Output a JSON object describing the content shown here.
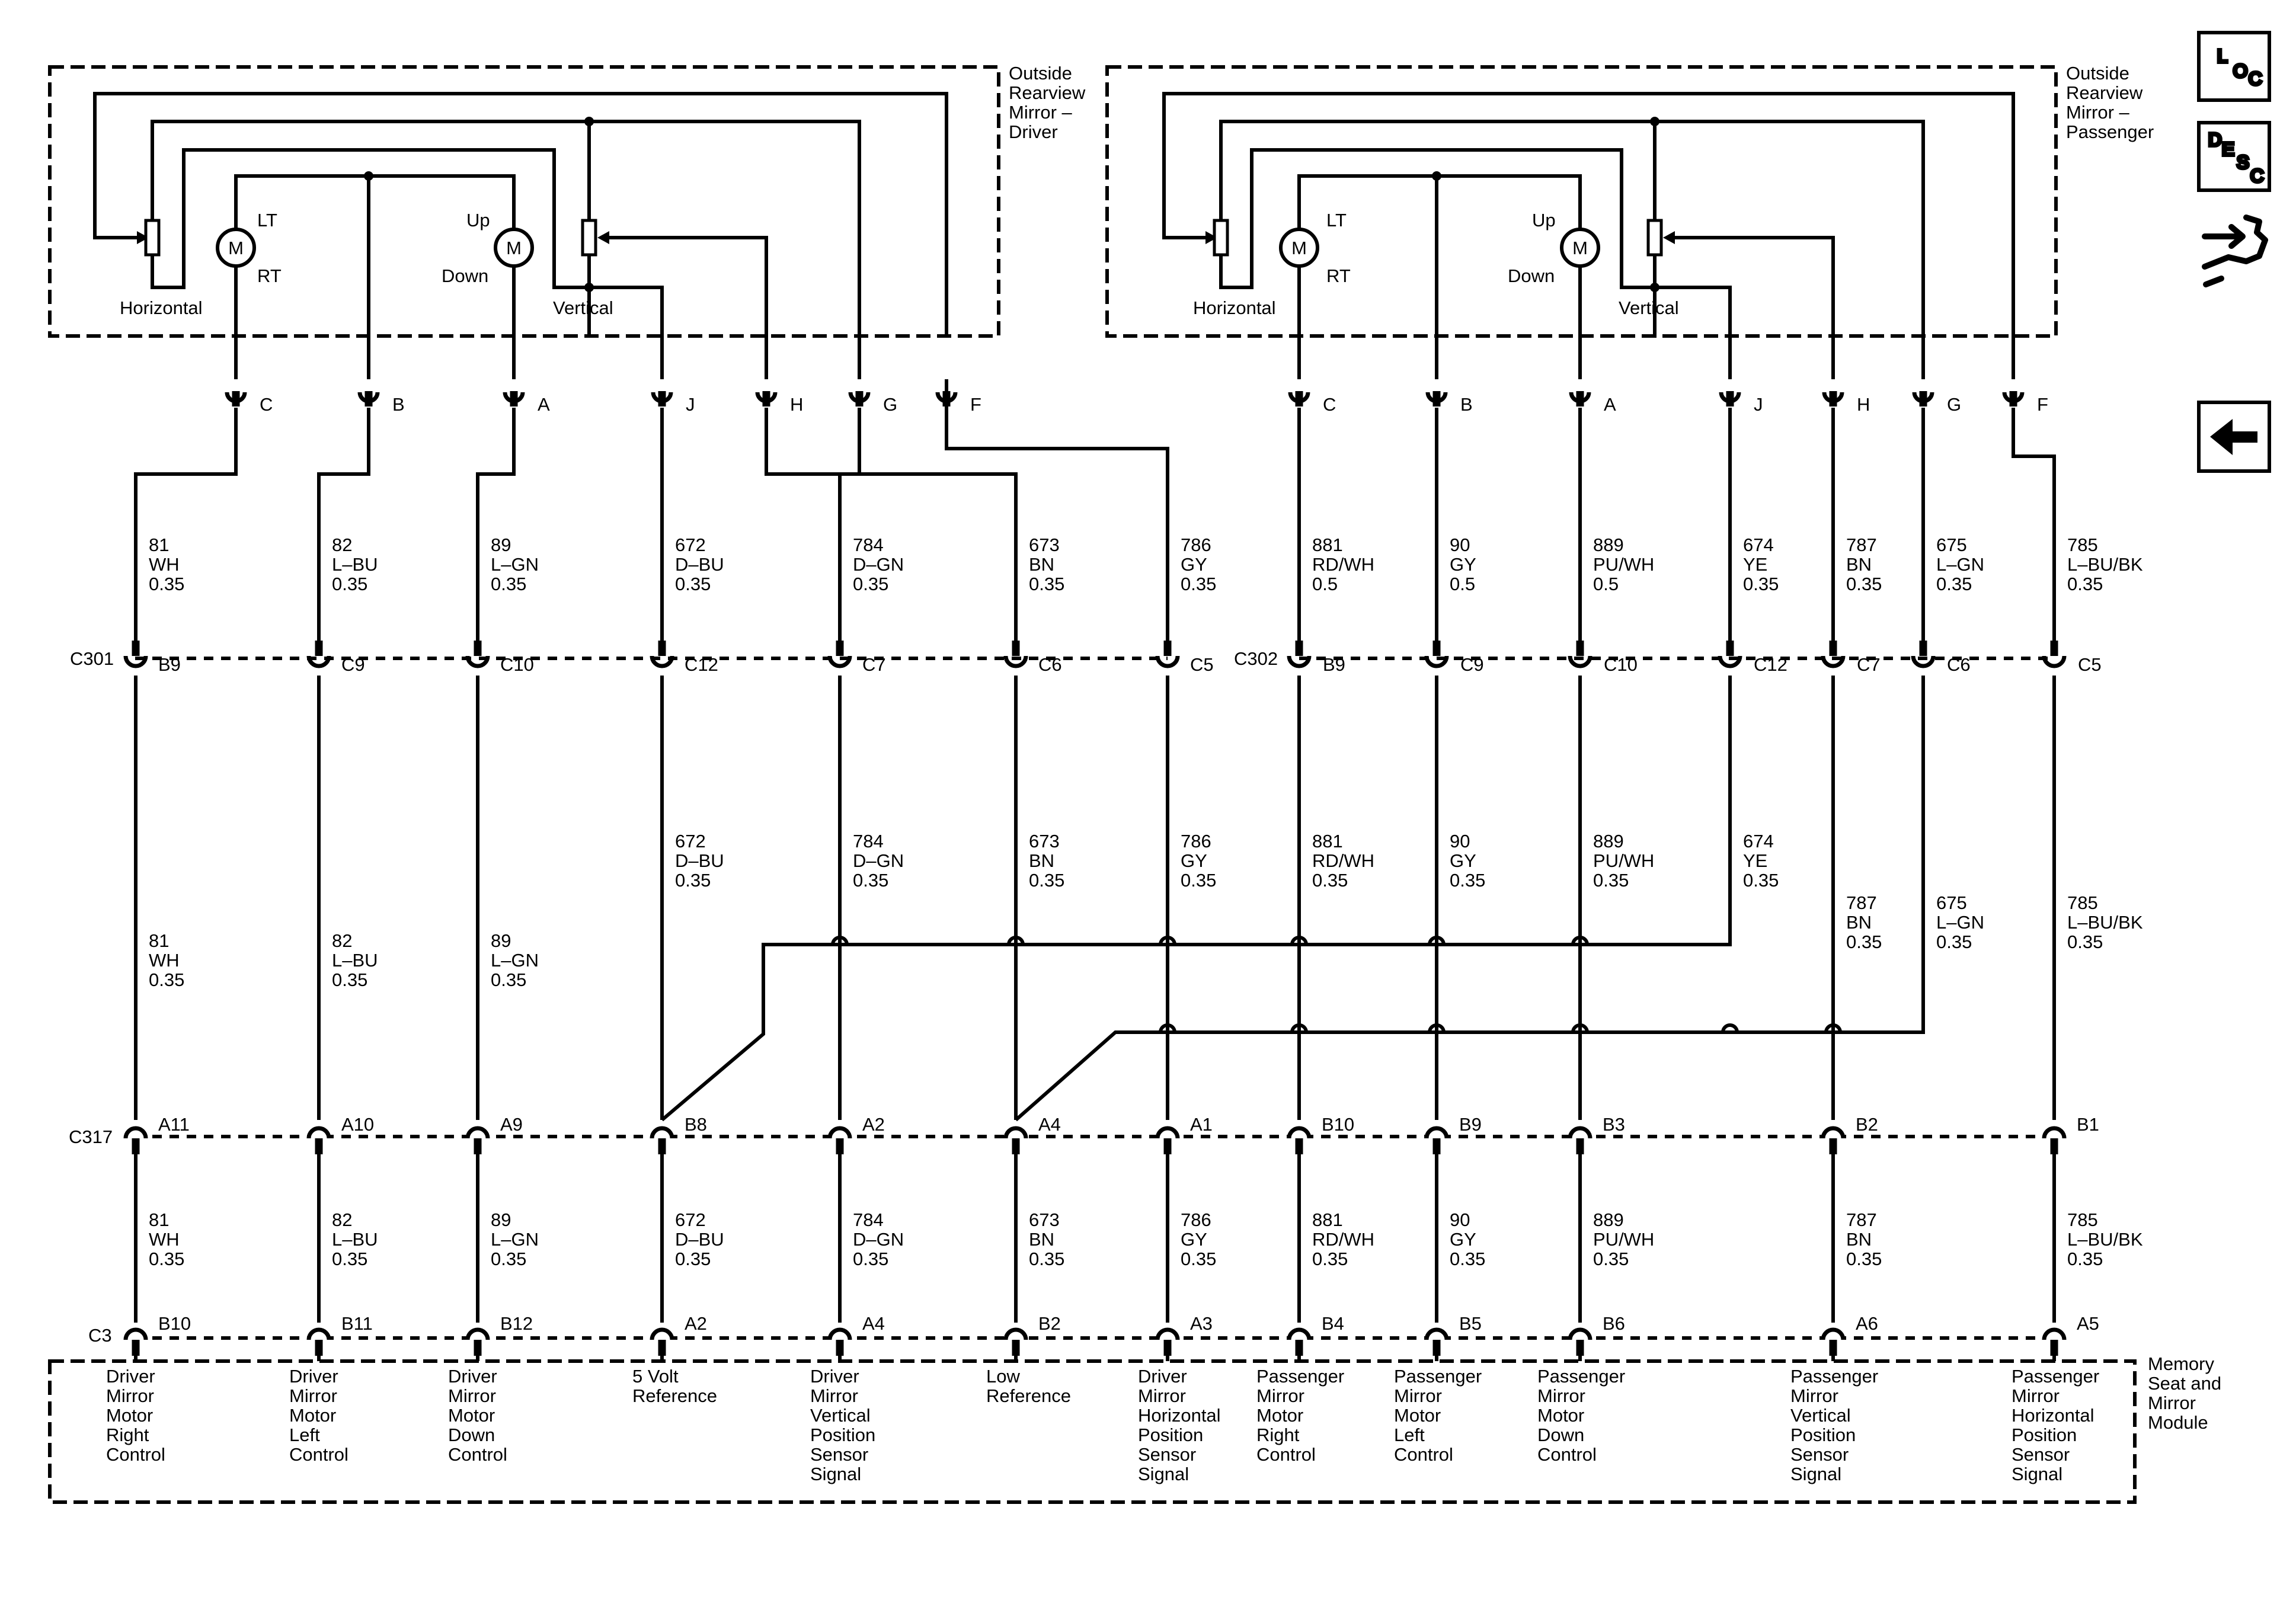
{
  "modules": {
    "driver_mirror": [
      "Outside",
      "Rearview",
      "Mirror –",
      "Driver"
    ],
    "passenger_mirror": [
      "Outside",
      "Rearview",
      "Mirror –",
      "Passenger"
    ],
    "memory_module": [
      "Memory",
      "Seat and",
      "Mirror",
      "Module"
    ]
  },
  "components": {
    "motor_symbol": "M",
    "horizontal": "Horizontal",
    "vertical": "Vertical",
    "lt": "LT",
    "rt": "RT",
    "up": "Up",
    "down": "Down"
  },
  "connectors": {
    "c301": "C301",
    "c302": "C302",
    "c317": "C317",
    "c3": "C3"
  },
  "driver_circuits": [
    {
      "pin": "C",
      "c301": "B9",
      "c317": "A11",
      "c3": "B10",
      "wire": [
        "81",
        "WH",
        "0.35"
      ],
      "wire_mid": [
        "81",
        "WH",
        "0.35"
      ],
      "wire_low": [
        "81",
        "WH",
        "0.35"
      ],
      "function": [
        "Driver",
        "Mirror",
        "Motor",
        "Right",
        "Control"
      ]
    },
    {
      "pin": "B",
      "c301": "C9",
      "c317": "A10",
      "c3": "B11",
      "wire": [
        "82",
        "L–BU",
        "0.35"
      ],
      "wire_mid": [
        "82",
        "L–BU",
        "0.35"
      ],
      "wire_low": [
        "82",
        "L–BU",
        "0.35"
      ],
      "function": [
        "Driver",
        "Mirror",
        "Motor",
        "Left",
        "Control"
      ]
    },
    {
      "pin": "A",
      "c301": "C10",
      "c317": "A9",
      "c3": "B12",
      "wire": [
        "89",
        "L–GN",
        "0.35"
      ],
      "wire_mid": [
        "89",
        "L–GN",
        "0.35"
      ],
      "wire_low": [
        "89",
        "L–GN",
        "0.35"
      ],
      "function": [
        "Driver",
        "Mirror",
        "Motor",
        "Down",
        "Control"
      ]
    },
    {
      "pin": "J",
      "c301": "C12",
      "c317": "B8",
      "c3": "A2",
      "wire": [
        "672",
        "D–BU",
        "0.35"
      ],
      "wire_mid": [
        "672",
        "D–BU",
        "0.35"
      ],
      "wire_low": [
        "672",
        "D–BU",
        "0.35"
      ],
      "function": [
        "5 Volt",
        "Reference"
      ]
    },
    {
      "pin": "H"
    },
    {
      "pin": "G",
      "c301": "C7",
      "c317": "A2",
      "c3": "A4",
      "wire": [
        "784",
        "D–GN",
        "0.35"
      ],
      "wire_mid": [
        "784",
        "D–GN",
        "0.35"
      ],
      "wire_low": [
        "784",
        "D–GN",
        "0.35"
      ],
      "function": [
        "Driver",
        "Mirror",
        "Vertical",
        "Position",
        "Sensor",
        "Signal"
      ]
    },
    {
      "pin": "F",
      "c301": "C6",
      "c317": "A4",
      "c3": "B2",
      "wire": [
        "673",
        "BN",
        "0.35"
      ],
      "wire_mid": [
        "673",
        "BN",
        "0.35"
      ],
      "wire_low": [
        "673",
        "BN",
        "0.35"
      ],
      "function": [
        "Low",
        "Reference"
      ]
    },
    {
      "c301": "C5",
      "c317": "A1",
      "c3": "A3",
      "wire": [
        "786",
        "GY",
        "0.35"
      ],
      "wire_mid": [
        "786",
        "GY",
        "0.35"
      ],
      "wire_low": [
        "786",
        "GY",
        "0.35"
      ],
      "function": [
        "Driver",
        "Mirror",
        "Horizontal",
        "Position",
        "Sensor",
        "Signal"
      ]
    }
  ],
  "passenger_circuits": [
    {
      "pin": "C",
      "c302": "B9",
      "c317": "B10",
      "c3": "B4",
      "wire": [
        "881",
        "RD/WH",
        "0.5"
      ],
      "wire_mid": [
        "881",
        "RD/WH",
        "0.35"
      ],
      "wire_low": [
        "881",
        "RD/WH",
        "0.35"
      ],
      "function": [
        "Passenger",
        "Mirror",
        "Motor",
        "Right",
        "Control"
      ]
    },
    {
      "pin": "B",
      "c302": "C9",
      "c317": "B9",
      "c3": "B5",
      "wire": [
        "90",
        "GY",
        "0.5"
      ],
      "wire_mid": [
        "90",
        "GY",
        "0.35"
      ],
      "wire_low": [
        "90",
        "GY",
        "0.35"
      ],
      "function": [
        "Passenger",
        "Mirror",
        "Motor",
        "Left",
        "Control"
      ]
    },
    {
      "pin": "A",
      "c302": "C10",
      "c317": "B3",
      "c3": "B6",
      "wire": [
        "889",
        "PU/WH",
        "0.5"
      ],
      "wire_mid": [
        "889",
        "PU/WH",
        "0.35"
      ],
      "wire_low": [
        "889",
        "PU/WH",
        "0.35"
      ],
      "function": [
        "Passenger",
        "Mirror",
        "Motor",
        "Down",
        "Control"
      ]
    },
    {
      "pin": "J",
      "c302": "C12",
      "wire": [
        "674",
        "YE",
        "0.35"
      ],
      "wire_mid": [
        "674",
        "YE",
        "0.35"
      ]
    },
    {
      "pin": "H",
      "c302": "C7",
      "c317": "B2",
      "c3": "A6",
      "wire": [
        "787",
        "BN",
        "0.35"
      ],
      "wire_mid": [
        "787",
        "BN",
        "0.35"
      ],
      "wire_low": [
        "787",
        "BN",
        "0.35"
      ],
      "function": [
        "Passenger",
        "Mirror",
        "Vertical",
        "Position",
        "Sensor",
        "Signal"
      ]
    },
    {
      "pin": "G",
      "c302": "C6",
      "wire": [
        "675",
        "L–GN",
        "0.35"
      ],
      "wire_mid": [
        "675",
        "L–GN",
        "0.35"
      ]
    },
    {
      "pin": "F",
      "c302": "C5",
      "c317": "B1",
      "c3": "A5",
      "wire": [
        "785",
        "L–BU/BK",
        "0.35"
      ],
      "wire_mid": [
        "785",
        "L–BU/BK",
        "0.35"
      ],
      "wire_low": [
        "785",
        "L–BU/BK",
        "0.35"
      ],
      "function": [
        "Passenger",
        "Mirror",
        "Horizontal",
        "Position",
        "Sensor",
        "Signal"
      ]
    }
  ],
  "sidebar": {
    "loc": [
      "L",
      "O",
      "C"
    ],
    "desc": [
      "D",
      "E",
      "S",
      "C"
    ]
  }
}
